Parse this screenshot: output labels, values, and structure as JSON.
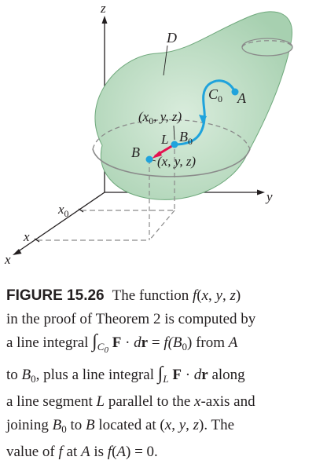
{
  "figure": {
    "labels": {
      "z": "z",
      "y": "y",
      "x_axis": "x",
      "x_tick": "x",
      "x0": "x",
      "x0_sub": "0",
      "D": "D",
      "C0": "C",
      "C0_sub": "0",
      "A": "A",
      "B0": "B",
      "B0_sub": "0",
      "L": "L",
      "B": "B",
      "pt_top": "(x",
      "pt_top_sub": "0",
      "pt_top_rest": ", y, z)",
      "pt_bottom": "(x, y, z)"
    },
    "colors": {
      "surface": "#c9e4cf",
      "surface_dark": "#a9d2b2",
      "curve": "#1fa3dc",
      "segment": "#e4104f",
      "axis": "#231f20",
      "dashed": "#8a8a8a"
    }
  },
  "caption": {
    "fig_label": "FIGURE 15.26",
    "p1": "The function ",
    "f1": "f",
    "p1b": "(",
    "p1x": "x",
    "p1c": ", ",
    "p1y": "y",
    "p1d": ", ",
    "p1z": "z",
    "p1e": ")",
    "p2": "in the proof of Theorem 2 is computed by",
    "p3": "a line integral ",
    "int1": "∫",
    "c": "C",
    "c_sub": "0",
    "F": "F",
    "dot": " · ",
    "d": "d",
    "r": "r",
    "eq": " = ",
    "f2": "f",
    "b0": "(B",
    "b0_sub": "0",
    "b0_close": ")",
    "from": " from ",
    "A": "A",
    "p4a": "to ",
    "B": "B",
    "B_sub": "0",
    "p4b": ", plus a line integral ",
    "int2": "∫",
    "L": "L",
    "F2": "F",
    "dot2": " · ",
    "d2": "d",
    "r2": "r",
    "along": " along",
    "p5a": "a line segment ",
    "L2": "L",
    "p5b": " parallel to the ",
    "x": "x",
    "p5c": "-axis and",
    "p6a": "joining ",
    "B2": "B",
    "B2_sub": "0",
    "p6b": " to ",
    "B3": "B",
    "p6c": " located at (",
    "x2": "x",
    "c1": ", ",
    "y2": "y",
    "c2": ", ",
    "z2": "z",
    "p6d": "). The",
    "p7a": "value of ",
    "f3": "f",
    "p7b": " at ",
    "A2": "A",
    "p7c": " is ",
    "f4": "f",
    "p7d": "(",
    "A3": "A",
    "p7e": ") = 0."
  }
}
